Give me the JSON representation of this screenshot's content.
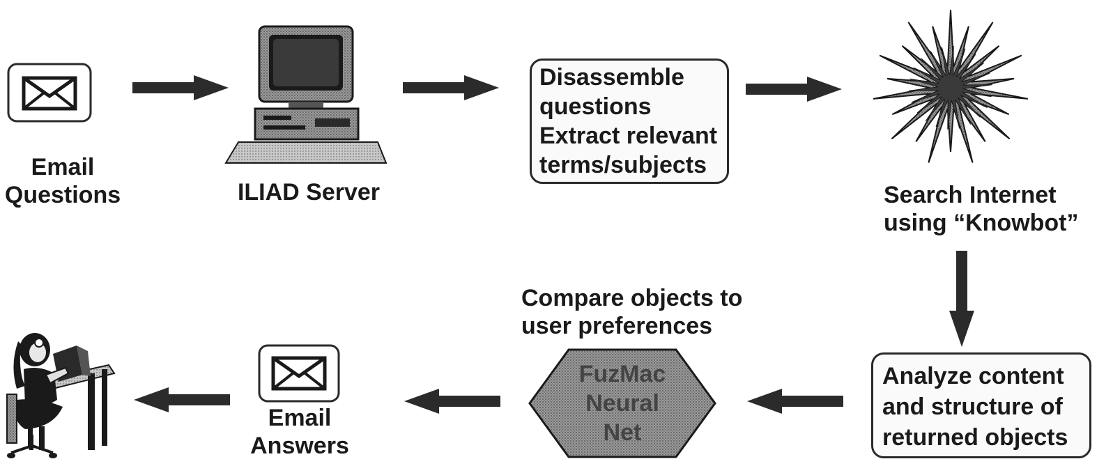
{
  "nodes": {
    "email_questions": {
      "label_line1": "Email",
      "label_line2": "Questions"
    },
    "iliad_server": {
      "label": "ILIAD Server"
    },
    "disassemble": {
      "lines": [
        "Disassemble",
        "questions",
        "Extract relevant",
        "terms/subjects"
      ]
    },
    "search": {
      "label_line1": "Search Internet",
      "label_line2": "using “Knowbot”"
    },
    "analyze": {
      "lines": [
        "Analyze content",
        "and structure of",
        "returned objects"
      ]
    },
    "compare": {
      "label_line1": "Compare objects to",
      "label_line2": "user preferences"
    },
    "fuzmac": {
      "lines": [
        "FuzMac",
        "Neural",
        "Net"
      ]
    },
    "email_answers": {
      "label_line1": "Email",
      "label_line2": "Answers"
    },
    "user": {
      "icon": "person-reading-icon"
    }
  },
  "icons": {
    "envelope": "envelope-icon",
    "computer": "computer-icon",
    "starburst": "starburst-icon",
    "arrow": "arrow-icon"
  },
  "colors": {
    "ink": "#1a1a1a",
    "arrow": "#2b2b2b",
    "hexagon_fill": "#8a8a8a",
    "box_border": "#2a2a2a"
  }
}
